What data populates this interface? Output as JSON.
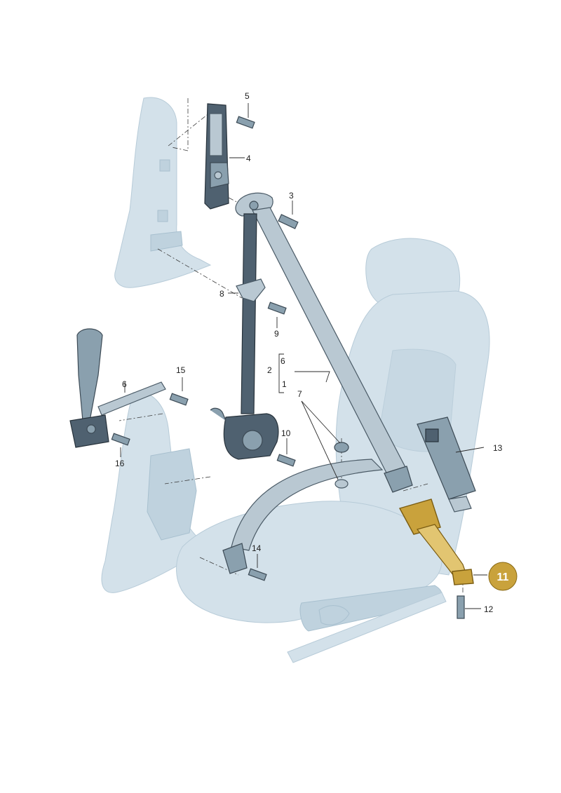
{
  "callouts": [
    {
      "id": "c1",
      "label": "1"
    },
    {
      "id": "c2",
      "label": "2"
    },
    {
      "id": "c3",
      "label": "3"
    },
    {
      "id": "c4",
      "label": "4"
    },
    {
      "id": "c5",
      "label": "5"
    },
    {
      "id": "c6a",
      "label": "6"
    },
    {
      "id": "c6b",
      "label": "6"
    },
    {
      "id": "c7",
      "label": "7"
    },
    {
      "id": "c8",
      "label": "8"
    },
    {
      "id": "c9",
      "label": "9"
    },
    {
      "id": "c10",
      "label": "10"
    },
    {
      "id": "c12",
      "label": "12"
    },
    {
      "id": "c13",
      "label": "13"
    },
    {
      "id": "c14",
      "label": "14"
    },
    {
      "id": "c15",
      "label": "15"
    },
    {
      "id": "c16",
      "label": "16"
    }
  ],
  "highlight": {
    "label": "11",
    "color": "#c9a23c"
  },
  "colors": {
    "ghost": "#d3e1ea",
    "part": "#8aa0ae",
    "highlight": "#c9a23c"
  }
}
